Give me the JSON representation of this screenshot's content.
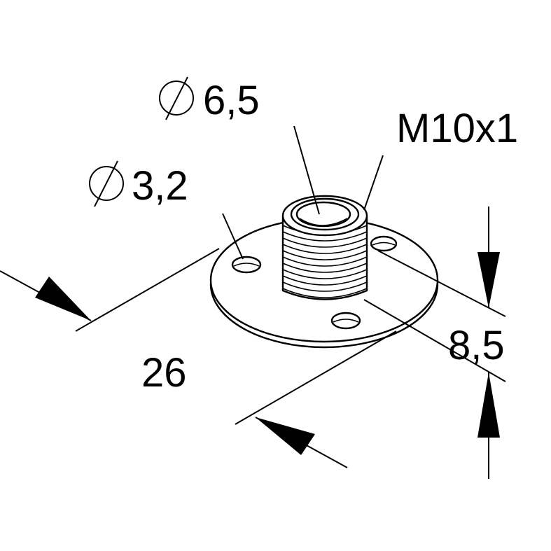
{
  "labels": {
    "diameter_large": "6,5",
    "diameter_small": "3,2",
    "thread": "M10x1",
    "height": "8,5",
    "plate_diameter": "26"
  },
  "icons": {
    "diameter_symbol": "diameter-icon"
  },
  "colors": {
    "stroke": "#000000",
    "background": "#ffffff"
  }
}
